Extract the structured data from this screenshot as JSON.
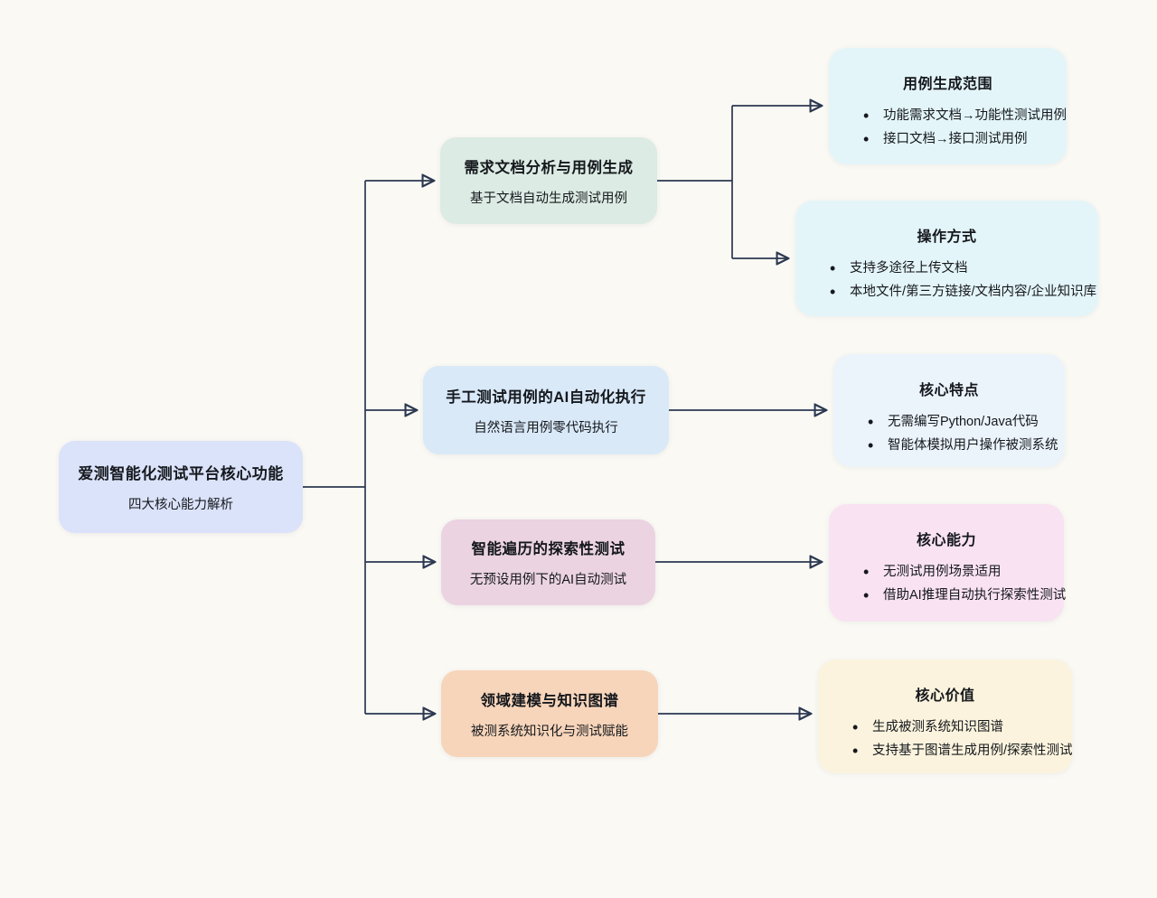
{
  "canvas": {
    "background": "#faf9f4",
    "line_color": "#2b3850"
  },
  "root": {
    "title": "爱测智能化测试平台核心功能",
    "subtitle": "四大核心能力解析",
    "color": "#dbe3fa"
  },
  "branches": [
    {
      "title": "需求文档分析与用例生成",
      "subtitle": "基于文档自动生成测试用例",
      "color": "#dcebe3"
    },
    {
      "title": "手工测试用例的AI自动化执行",
      "subtitle": "自然语言用例零代码执行",
      "color": "#d9e9f8"
    },
    {
      "title": "智能遍历的探索性测试",
      "subtitle": "无预设用例下的AI自动测试",
      "color": "#ebd3e2"
    },
    {
      "title": "领域建模与知识图谱",
      "subtitle": "被测系统知识化与测试赋能",
      "color": "#f7d5ba"
    }
  ],
  "leaves": [
    {
      "title": "用例生成范围",
      "bullets": [
        "功能需求文档→功能性测试用例",
        "接口文档→接口测试用例"
      ],
      "color": "#e3f5f9"
    },
    {
      "title": "操作方式",
      "bullets": [
        "支持多途径上传文档",
        "本地文件/第三方链接/文档内容/企业知识库"
      ],
      "color": "#e3f5f9"
    },
    {
      "title": "核心特点",
      "bullets": [
        "无需编写Python/Java代码",
        "智能体模拟用户操作被测系统"
      ],
      "color": "#ebf3fb"
    },
    {
      "title": "核心能力",
      "bullets": [
        "无测试用例场景适用",
        "借助AI推理自动执行探索性测试"
      ],
      "color": "#f9e2f2"
    },
    {
      "title": "核心价值",
      "bullets": [
        "生成被测系统知识图谱",
        "支持基于图谱生成用例/探索性测试"
      ],
      "color": "#fbf3dd"
    }
  ]
}
